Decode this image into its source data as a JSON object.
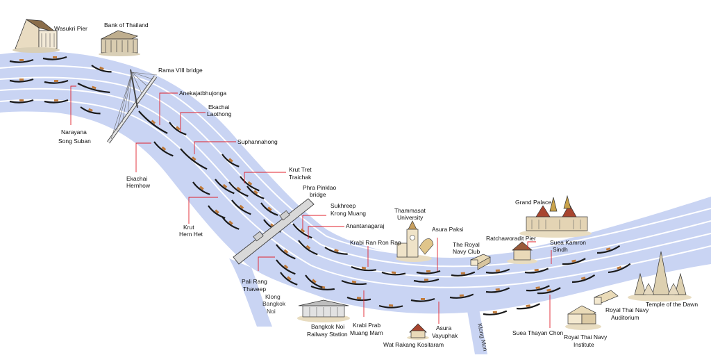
{
  "colors": {
    "river": "#c9d4f3",
    "lane": "#ffffff",
    "boat": "#1a1a1a",
    "leader": "#e0202b",
    "marker": "#e0202b",
    "bridge": "#d9d9d9",
    "bridge_outline": "#555555"
  },
  "icons": [
    "pier-icon",
    "bank-icon",
    "cable-bridge-icon",
    "arch-bridge-icon",
    "clock-tower-icon",
    "palace-icon",
    "temple-icon",
    "building-icon",
    "station-icon"
  ],
  "labels": {
    "wasukri_pier": "Wasukri Pier",
    "bank_of_thailand": "Bank of Thailand",
    "rama_viii_bridge": "Rama VIII bridge",
    "anekajatbhujonga": "Anekajatbhujonga",
    "ekachai_laothong_1": "Ekachai",
    "ekachai_laothong_2": "Laothong",
    "narayana_1": "Narayana",
    "narayana_2": "Song Suban",
    "suphannahong": "Suphannahong",
    "ekachai_hernhow_1": "Ekachai",
    "ekachai_hernhow_2": "Hernhow",
    "krut_tret_1": "Krut Tret",
    "krut_tret_2": "Traichak",
    "phra_pinklao_1": "Phra Pinklao",
    "phra_pinklao_2": "bridge",
    "sukhreep_1": "Sukhreep",
    "sukhreep_2": "Krong Muang",
    "anantanagaraj": "Anantanagaraj",
    "krut_hern_het_1": "Krut",
    "krut_hern_het_2": "Hern Het",
    "thammasat_1": "Thammasat",
    "thammasat_2": "University",
    "asura_paksi": "Asura Paksi",
    "krabi_ran_ron_rap": "Krabi Ran Ron Rap",
    "royal_navy_club_1": "The Royal",
    "royal_navy_club_2": "Navy Club",
    "grand_palace": "Grand Palace",
    "ratchaworadit_pier": "Ratchaworadit Pier",
    "suea_kamron_1": "Suea Kamron",
    "suea_kamron_2": "Sindh",
    "pali_rang_1": "Pali Rang",
    "pali_rang_2": "Thaveep",
    "klong_bangkok_noi_1": "Klong",
    "klong_bangkok_noi_2": "Bangkok",
    "klong_bangkok_noi_3": "Noi",
    "krabi_prab_1": "Krabi Prab",
    "krabi_prab_2": "Muang Marn",
    "bangkok_noi_station_1": "Bangkok Noi",
    "bangkok_noi_station_2": "Railway Station",
    "wat_rakang": "Wat Rakang Kositaram",
    "asura_vayuphak_1": "Asura",
    "asura_vayuphak_2": "Vayuphak",
    "klong_mon": "Klong Mon",
    "suea_thayan_chon": "Suea Thayan Chon",
    "royal_thai_navy_auditorium_1": "Royal Thai Navy",
    "royal_thai_navy_auditorium_2": "Auditorium",
    "royal_thai_navy_institute_1": "Royal Thai Navy",
    "royal_thai_navy_institute_2": "Institute",
    "temple_of_the_dawn": "Temple of the Dawn"
  }
}
